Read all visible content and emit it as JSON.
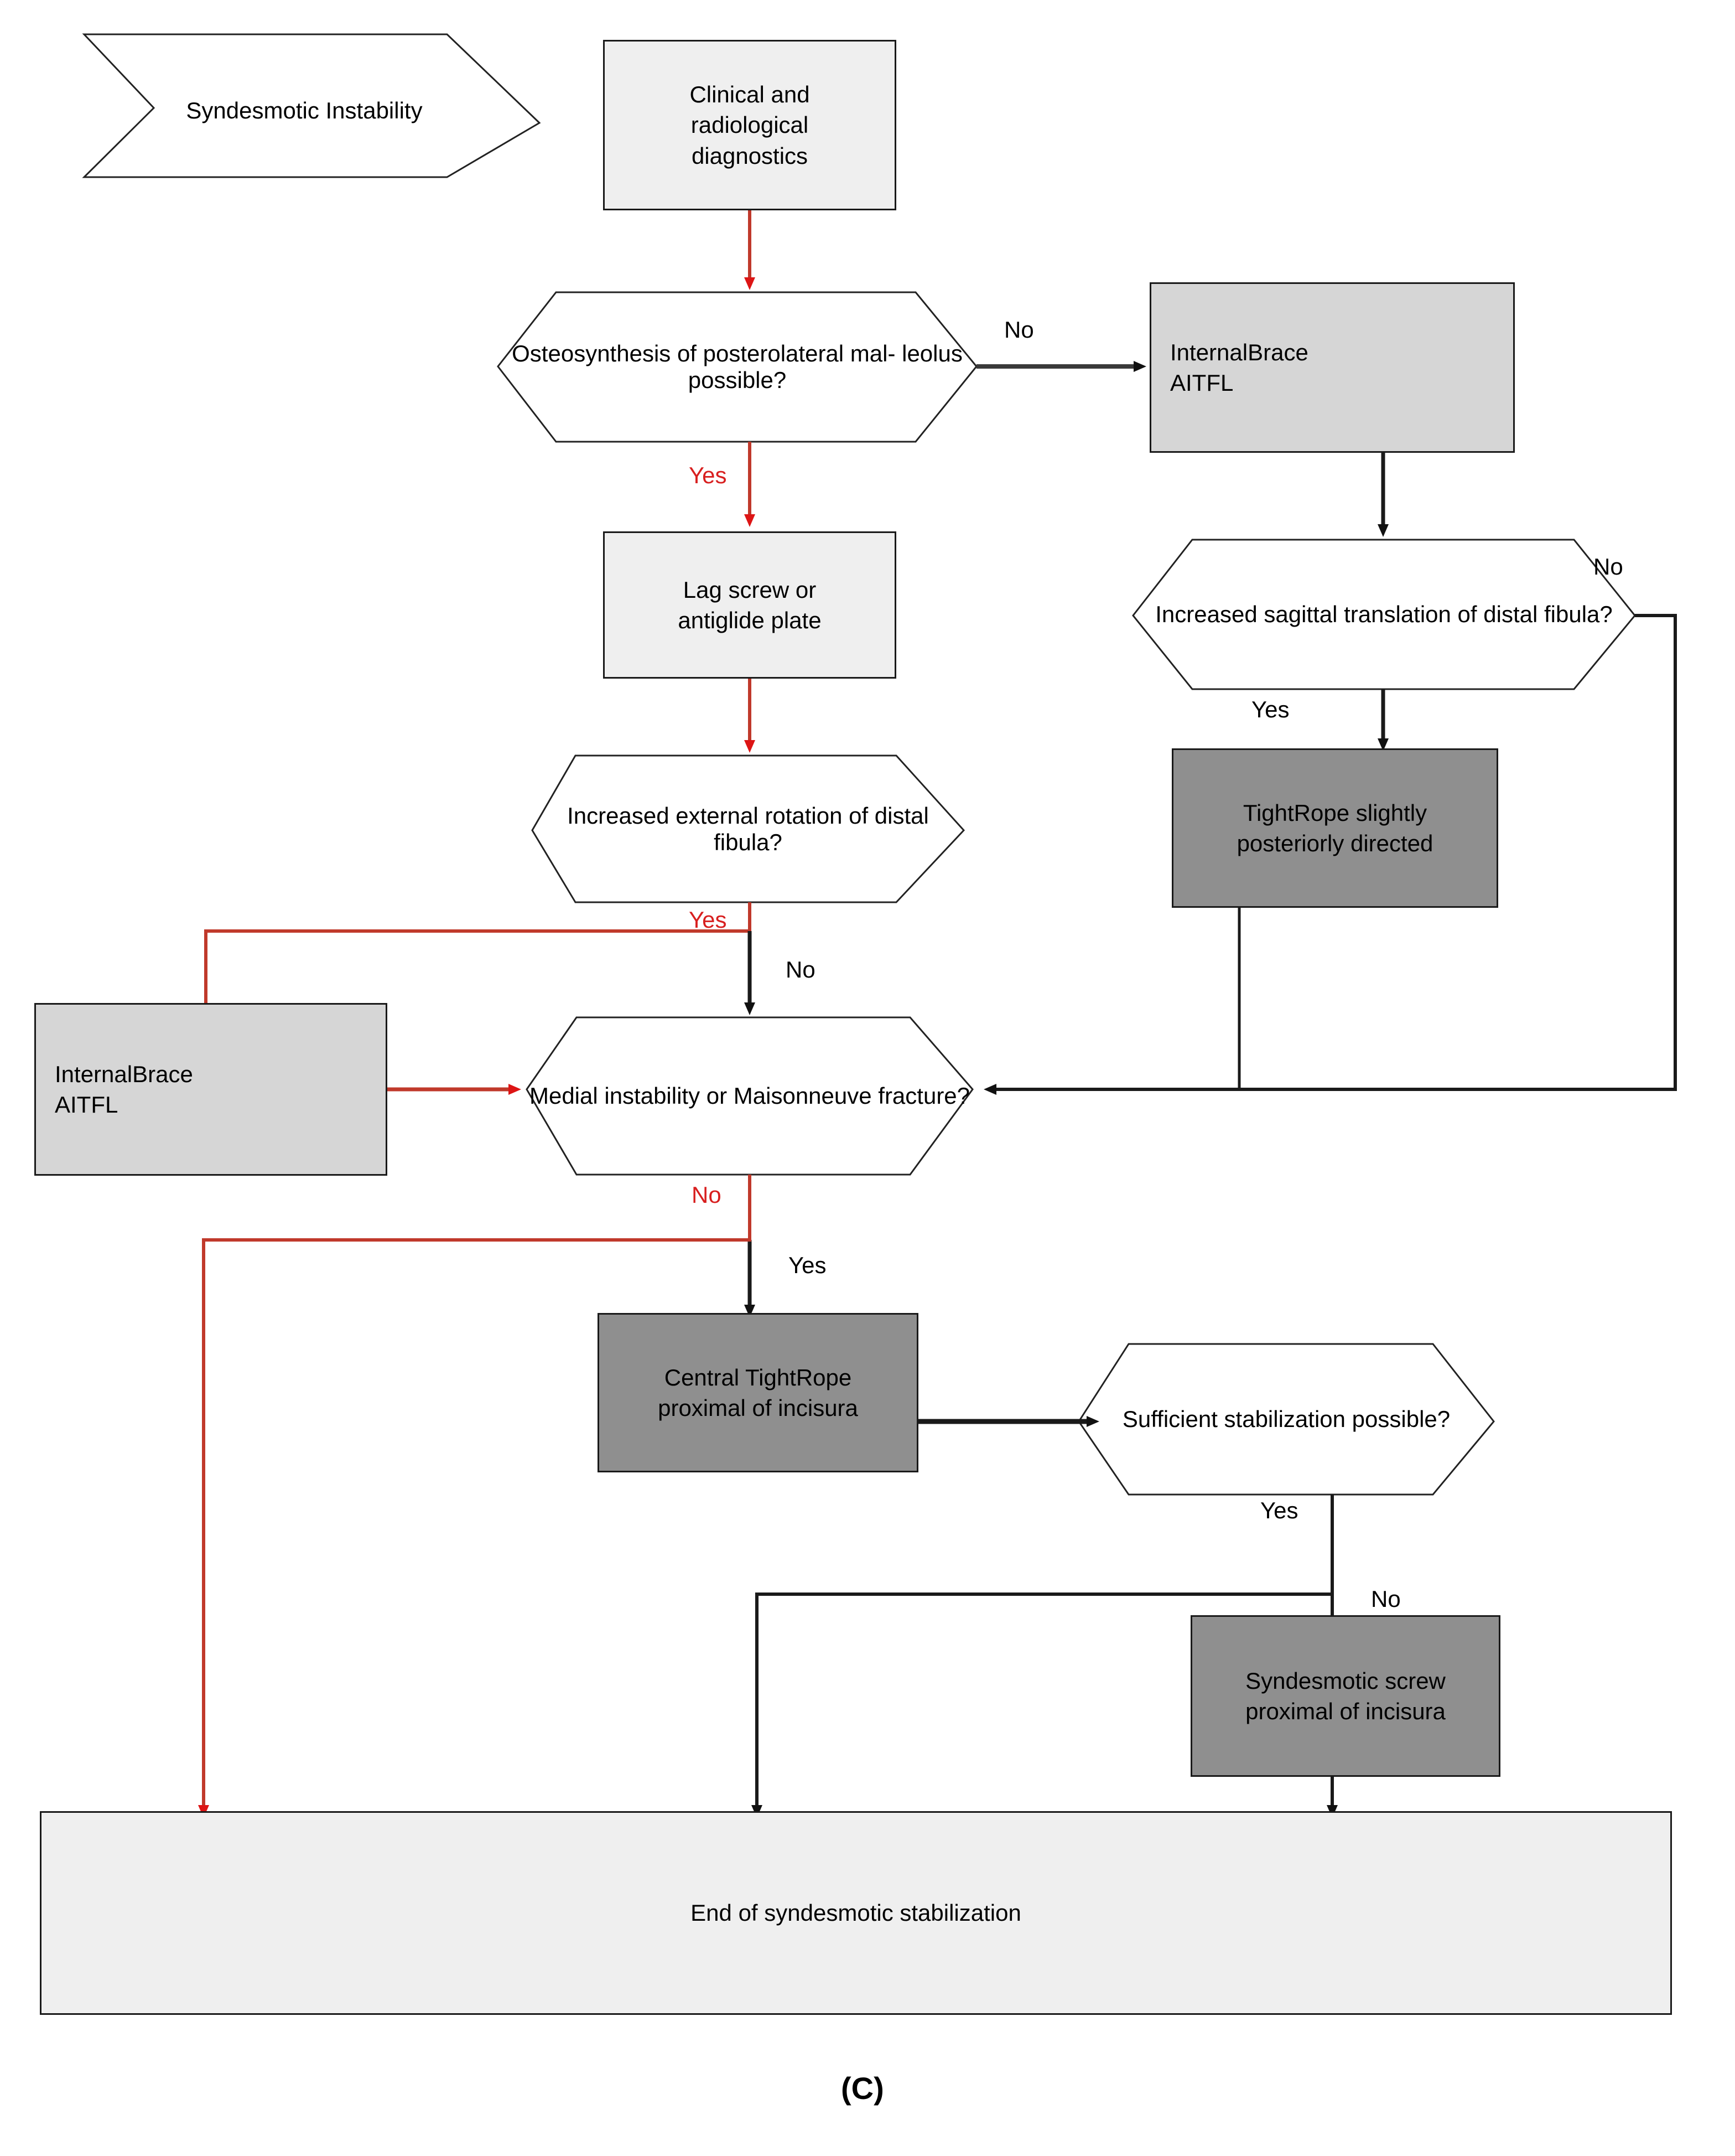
{
  "figure": {
    "caption": "(C)",
    "colors": {
      "red_flow": "#c0392b",
      "red_arrow": "#ee1111",
      "black_flow": "#1a1a1a",
      "fill_light": "#efefef",
      "fill_mid": "#d6d6d6",
      "fill_dark": "#8f8f8f",
      "stroke": "#1a1a1a"
    }
  },
  "banner": {
    "label": "Syndesmotic\nInstability"
  },
  "nodes": {
    "clinical_diagnostics": {
      "label": "Clinical and\nradiological\ndiagnostics",
      "shape": "process",
      "fill": "light"
    },
    "osteosynthesis_q": {
      "label": "Osteosynthesis of\nposterolateral mal-\nleolus possible?",
      "shape": "decision",
      "fill": "white"
    },
    "internalbrace_right": {
      "label": "InternalBrace\nAITFL",
      "shape": "process",
      "fill": "mid"
    },
    "lag_screw": {
      "label": "Lag screw or\nantiglide plate",
      "shape": "process",
      "fill": "light"
    },
    "sagittal_translation_q": {
      "label": "Increased sagittal\ntranslation of distal\nfibula?",
      "shape": "decision",
      "fill": "white"
    },
    "external_rotation_q": {
      "label": "Increased external\nrotation of distal\nfibula?",
      "shape": "decision",
      "fill": "white"
    },
    "tightrope_posterior": {
      "label": "TightRope slightly\nposteriorly directed",
      "shape": "process",
      "fill": "dark"
    },
    "internalbrace_left": {
      "label": "InternalBrace\nAITFL",
      "shape": "process",
      "fill": "mid"
    },
    "medial_instability_q": {
      "label": "Medial instability or\nMaisonneuve\nfracture?",
      "shape": "decision",
      "fill": "white"
    },
    "central_tightrope": {
      "label": "Central TightRope\nproximal of incisura",
      "shape": "process",
      "fill": "dark"
    },
    "sufficient_stabilization_q": {
      "label": "Sufficient\nstabilization\npossible?",
      "shape": "decision",
      "fill": "white"
    },
    "syndesmotic_screw": {
      "label": "Syndesmotic screw\nproximal of incisura",
      "shape": "process",
      "fill": "dark"
    },
    "end_node": {
      "label": "End of syndesmotic stabilization",
      "shape": "terminator",
      "fill": "light"
    }
  },
  "edge_labels": {
    "osteo_no": "No",
    "osteo_yes": "Yes",
    "sagittal_no": "No",
    "sagittal_yes": "Yes",
    "extrot_yes": "Yes",
    "extrot_no": "No",
    "medial_no": "No",
    "medial_yes": "Yes",
    "sufficient_yes": "Yes",
    "sufficient_no": "No"
  },
  "flow_edges": [
    {
      "from": "clinical_diagnostics",
      "to": "osteosynthesis_q",
      "label": "",
      "color": "red"
    },
    {
      "from": "osteosynthesis_q",
      "to": "internalbrace_right",
      "label": "No",
      "color": "black"
    },
    {
      "from": "osteosynthesis_q",
      "to": "lag_screw",
      "label": "Yes",
      "color": "red"
    },
    {
      "from": "internalbrace_right",
      "to": "sagittal_translation_q",
      "label": "",
      "color": "black"
    },
    {
      "from": "sagittal_translation_q",
      "to": "tightrope_posterior",
      "label": "Yes",
      "color": "black"
    },
    {
      "from": "sagittal_translation_q",
      "to": "medial_instability_q",
      "label": "No",
      "color": "black"
    },
    {
      "from": "lag_screw",
      "to": "external_rotation_q",
      "label": "",
      "color": "red"
    },
    {
      "from": "external_rotation_q",
      "to": "internalbrace_left",
      "label": "Yes",
      "color": "red"
    },
    {
      "from": "external_rotation_q",
      "to": "medial_instability_q",
      "label": "No",
      "color": "black"
    },
    {
      "from": "internalbrace_left",
      "to": "medial_instability_q",
      "label": "",
      "color": "red"
    },
    {
      "from": "tightrope_posterior",
      "to": "medial_instability_q",
      "label": "",
      "color": "black"
    },
    {
      "from": "medial_instability_q",
      "to": "central_tightrope",
      "label": "Yes",
      "color": "black"
    },
    {
      "from": "medial_instability_q",
      "to": "end_node",
      "label": "No",
      "color": "red"
    },
    {
      "from": "central_tightrope",
      "to": "sufficient_stabilization_q",
      "label": "",
      "color": "black"
    },
    {
      "from": "sufficient_stabilization_q",
      "to": "end_node",
      "label": "Yes",
      "color": "black"
    },
    {
      "from": "sufficient_stabilization_q",
      "to": "syndesmotic_screw",
      "label": "No",
      "color": "black"
    },
    {
      "from": "syndesmotic_screw",
      "to": "end_node",
      "label": "",
      "color": "black"
    }
  ]
}
